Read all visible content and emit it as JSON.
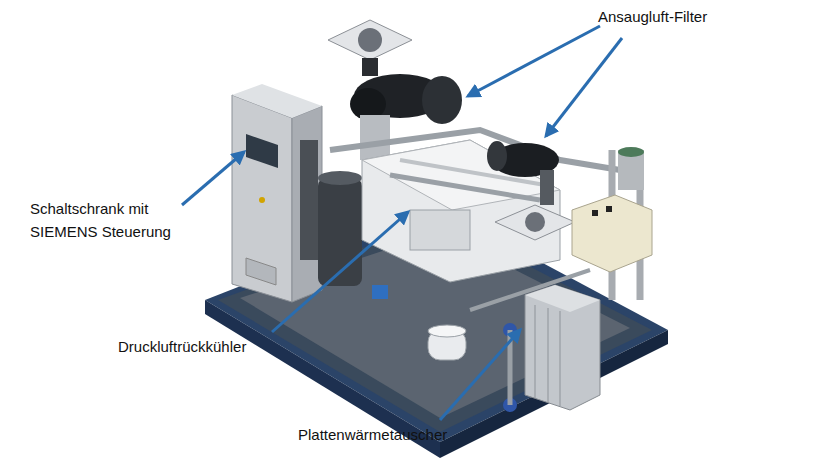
{
  "diagram": {
    "labels": [
      "Ansaugluft-Filter",
      "Schaltschrank mit SIEMENS Steuerung",
      "Druckluftrückkühler",
      "Plattenwärmetauscher"
    ]
  }
}
